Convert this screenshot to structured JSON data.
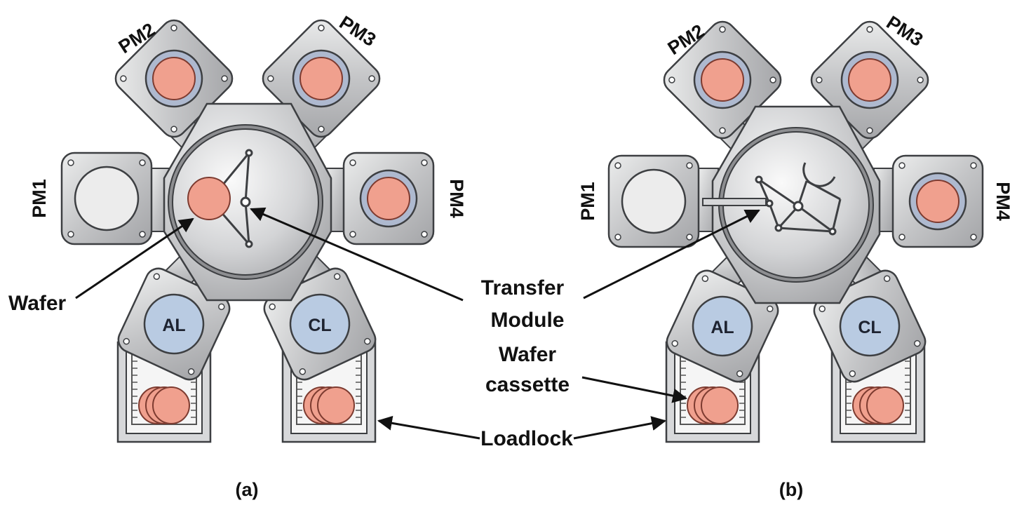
{
  "colors": {
    "wafer": "#f0a08e",
    "wafer_stroke": "#7d3b30",
    "ring": "#aeb9cf",
    "station": "#b9cbe2",
    "steel": "#c8c9cb",
    "stroke": "#3d3f42",
    "empty_wafer": "#ececec"
  },
  "panels": [
    {
      "id": "a",
      "caption": "(a)",
      "robot": "frog-leg",
      "modules": {
        "pm1": "PM1",
        "pm2": "PM2",
        "pm3": "PM3",
        "pm4": "PM4",
        "al": "AL",
        "cl": "CL"
      }
    },
    {
      "id": "b",
      "caption": "(b)",
      "robot": "dual-scara",
      "modules": {
        "pm1": "PM1",
        "pm2": "PM2",
        "pm3": "PM3",
        "pm4": "PM4",
        "al": "AL",
        "cl": "CL"
      }
    }
  ],
  "callouts": {
    "wafer": "Wafer",
    "transfer_module_line1": "Transfer",
    "transfer_module_line2": "Module",
    "cassette_line1": "Wafer",
    "cassette_line2": "cassette",
    "loadlock": "Loadlock"
  }
}
